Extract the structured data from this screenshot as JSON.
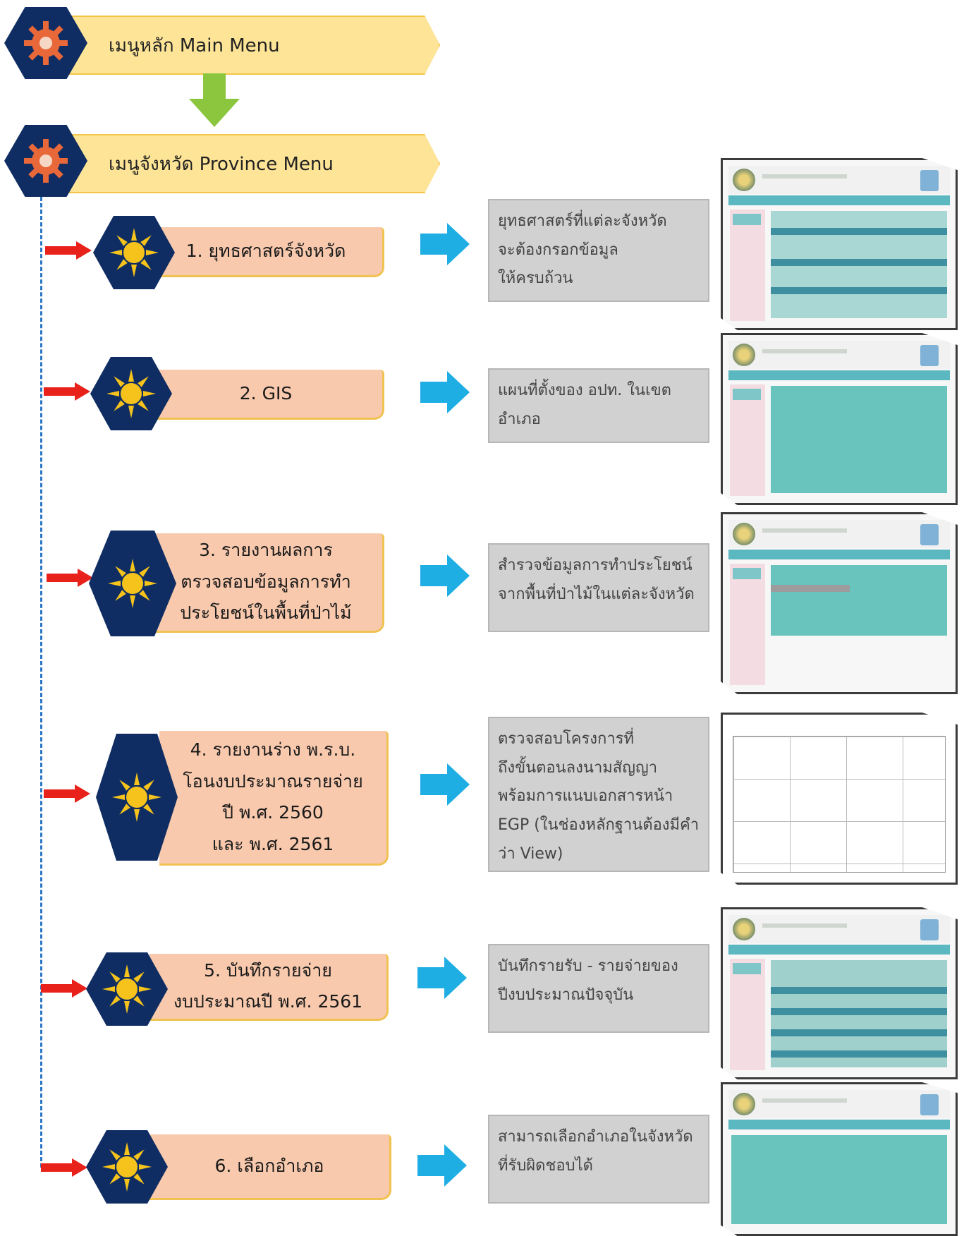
{
  "header": {
    "main_menu": "เมนูหลัก  Main Menu",
    "province_menu": "เมนูจังหวัด  Province Menu"
  },
  "colors": {
    "navy": "#0f2d62",
    "banner": "#fde497",
    "step": "#f8c9ad",
    "red_arrow": "#e8211b",
    "blue_arrow": "#1faee3",
    "green_arrow": "#8cc63f",
    "gear": "#e8683a",
    "sun": "#f5c31c"
  },
  "steps": [
    {
      "label": "1. ยุทธศาสตร์จังหวัด",
      "description": "ยุทธศาสตร์ที่แต่ละจังหวัด\nจะต้องกรอกข้อมูล\nให้ครบถ้วน"
    },
    {
      "label": "2. GIS",
      "description": "แผนที่ตั้งของ อปท. ในเขต\nอำเภอ"
    },
    {
      "label": "3. รายงานผลการ\nตรวจสอบข้อมูลการทำ\nประโยชน์ในพื้นที่ป่าไม้",
      "description": "สำรวจข้อมูลการทำประโยชน์\nจากพื้นที่ป่าไม้ในแต่ละจังหวัด"
    },
    {
      "label": "4. รายงานร่าง พ.ร.บ.\nโอนงบประมาณรายจ่าย\nปี พ.ศ. 2560\nและ พ.ศ. 2561",
      "description": "ตรวจสอบโครงการที่\nถึงขั้นตอนลงนามสัญญา\nพร้อมการแนบเอกสารหน้า\nEGP (ในช่องหลักฐานต้องมีคำ\nว่า View)"
    },
    {
      "label": "5. บันทึกรายจ่าย\nงบประมาณปี พ.ศ. 2561",
      "description": "บันทึกรายรับ - รายจ่ายของ\nปีงบประมาณปัจจุบัน"
    },
    {
      "label": "6. เลือกอำเภอ",
      "description": "สามารถเลือกอำเภอในจังหวัด\nที่รับผิดชอบได้"
    }
  ]
}
